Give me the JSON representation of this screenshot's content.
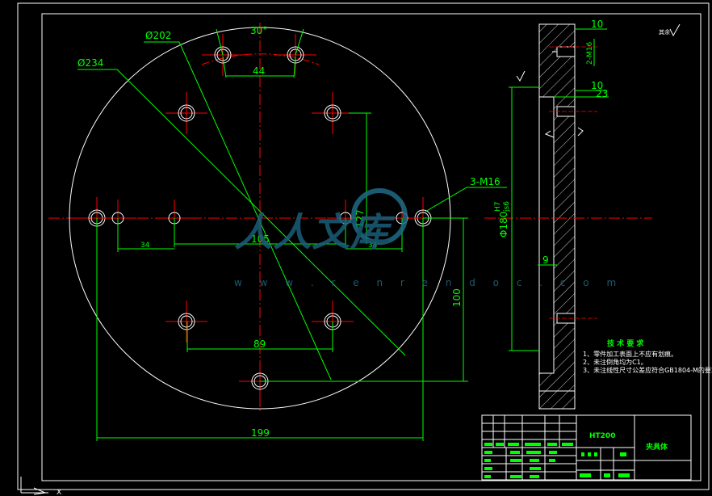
{
  "drawing": {
    "dimensions": {
      "d234": "Ø234",
      "d202": "Ø202",
      "angle30": "30°",
      "w44": "44",
      "m16": "3-M16",
      "h127": "127",
      "w105": "105",
      "w34_left": "34",
      "w34_right": "34",
      "h100": "100",
      "w89": "89",
      "w199": "199",
      "side_d180": "Φ180",
      "side_fit_top": "H7",
      "side_fit_bot": "js6",
      "side_10_top": "10",
      "side_10_mid": "10",
      "side_23": "23",
      "side_9": "9",
      "side_2m16": "2-M16"
    },
    "tech_req": {
      "title": "技 术 要 求",
      "items": [
        "1、零件加工表面上不应有划痕。",
        "2、未注倒角均为C1。",
        "3、未注线性尺寸公差应符合GB1804-M的要求。"
      ]
    },
    "title_block": {
      "material": "HT200",
      "part_name": "夹具体"
    },
    "watermark": {
      "logo": "人人文库",
      "url": "w w w . r e n r e n d o c . c o m"
    },
    "colors": {
      "background": "#000000",
      "outline": "#ffffff",
      "dimension": "#00ff00",
      "center_line": "#ff0000",
      "watermark": "#1e6b86"
    }
  }
}
